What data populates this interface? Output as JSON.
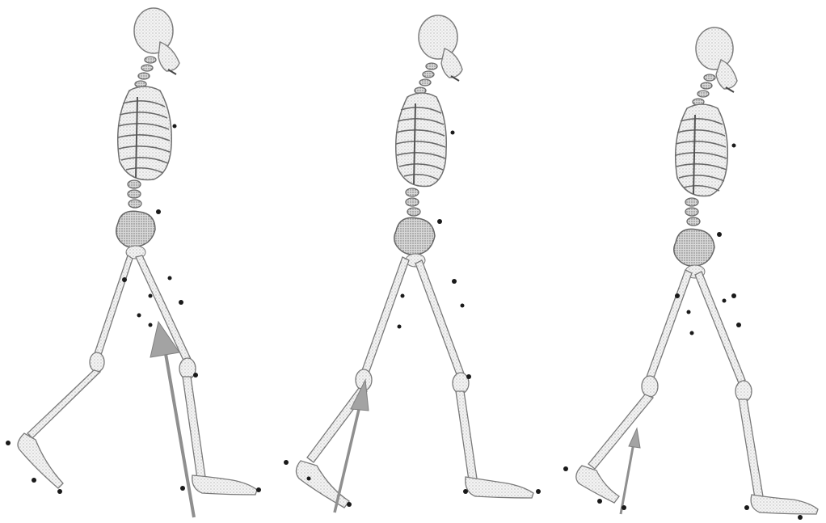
{
  "figure": {
    "panels": [
      {
        "name": "panel-1",
        "force_arrow": "large"
      },
      {
        "name": "panel-2",
        "force_arrow": "medium"
      },
      {
        "name": "panel-3",
        "force_arrow": "small"
      }
    ],
    "colors": {
      "background": "#ffffff",
      "bone_fill": "#f2f2f2",
      "bone_stroke": "#8a8a8a",
      "bone_shade": "#c8c8c8",
      "marker": "#1a1a1a",
      "force_arrow": "#9a9a9a"
    },
    "icons": [
      "skeleton-icon",
      "force-arrow-icon",
      "marker-dot-icon"
    ]
  }
}
